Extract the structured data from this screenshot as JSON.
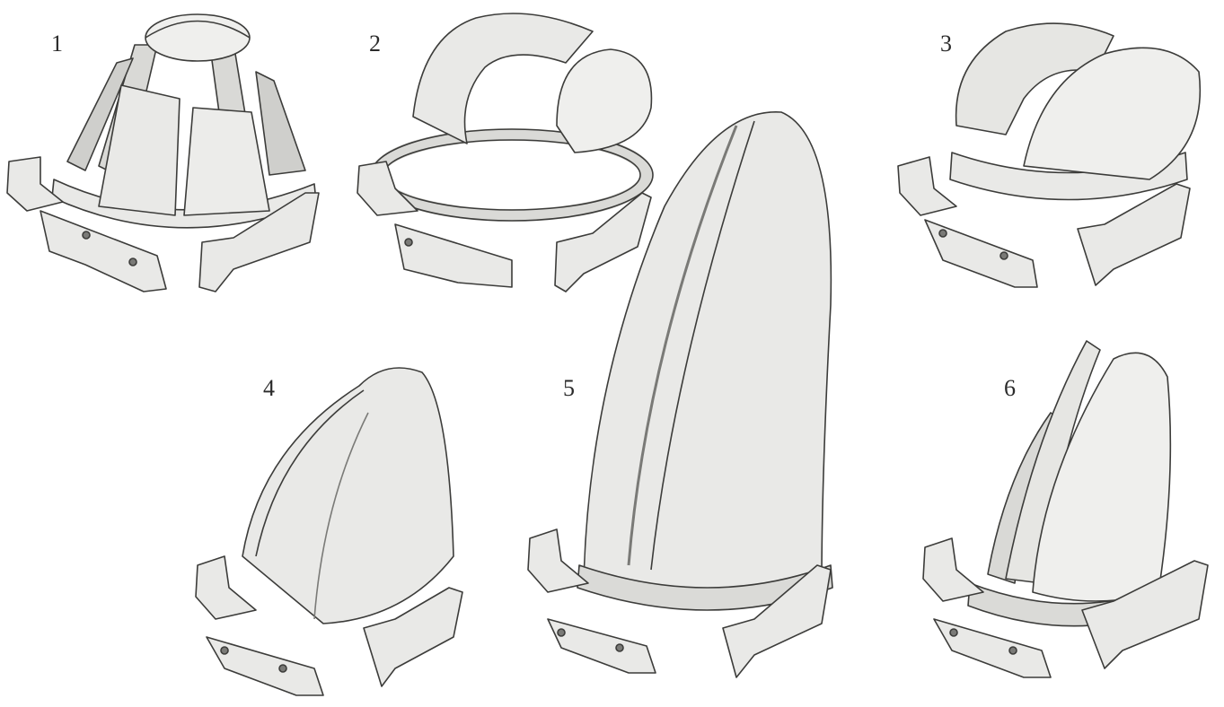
{
  "colors": {
    "paper": "#ffffff",
    "part_fill": "#e9e9e7",
    "part_shade": "#bdbdba",
    "part_dark": "#7a7a77",
    "outline": "#3c3c3a",
    "label": "#2a2a2a"
  },
  "figures": [
    {
      "label": "1"
    },
    {
      "label": "2"
    },
    {
      "label": "3"
    },
    {
      "label": "4"
    },
    {
      "label": "5"
    },
    {
      "label": "6"
    }
  ]
}
